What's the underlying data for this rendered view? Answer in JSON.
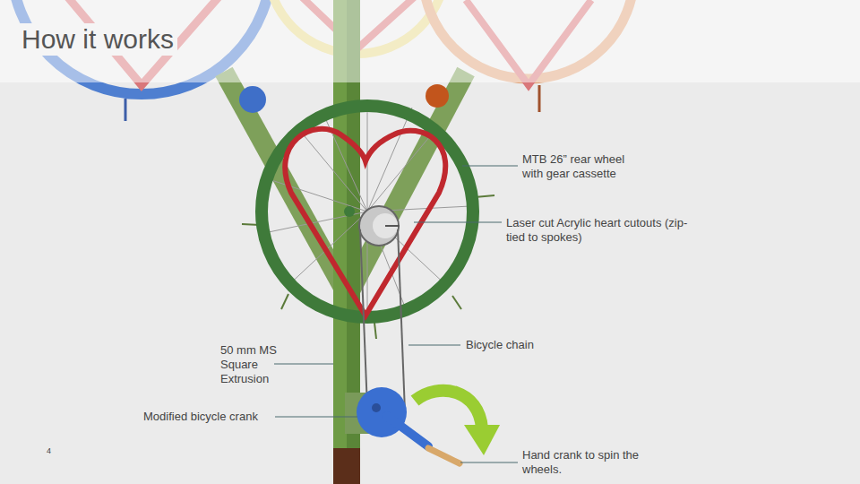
{
  "diagram": {
    "title": "How it works",
    "labels": [
      "MTB 26” rear wheel with gear cassette",
      "Laser cut Acrylic heart cutouts (zip-tied to spokes)",
      "Bicycle chain",
      "50 mm MS Square Extrusion",
      "Modified bicycle crank",
      "Hand crank to spin the wheels.",
      "4"
    ]
  }
}
